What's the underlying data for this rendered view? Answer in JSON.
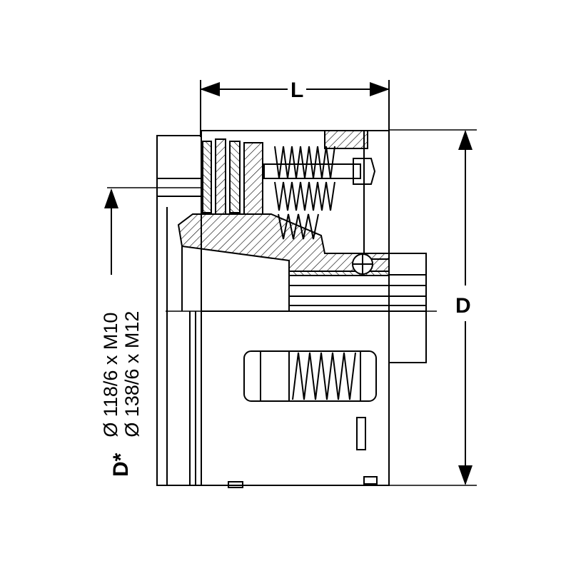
{
  "dimensions": {
    "length_label": "L",
    "diameter_label": "D",
    "thread_diameter_label": "D*"
  },
  "specs": [
    "Ø 118/6 x M10",
    "Ø 138/6 x M12"
  ]
}
